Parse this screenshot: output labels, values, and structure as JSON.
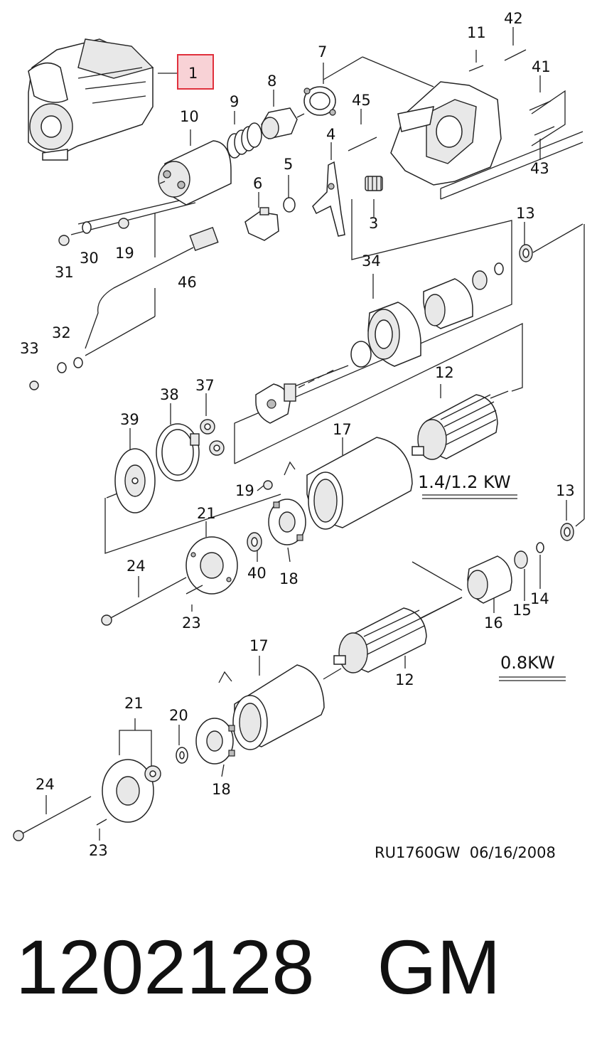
{
  "diagram": {
    "reference": "RU1760GW  06/16/2008",
    "highlighted_part": "1",
    "variants": [
      "1.4/1.2 KW",
      "0.8KW"
    ],
    "callouts": [
      {
        "id": "c1",
        "text": "1"
      },
      {
        "id": "c7",
        "text": "7"
      },
      {
        "id": "c8",
        "text": "8"
      },
      {
        "id": "c9",
        "text": "9"
      },
      {
        "id": "c10",
        "text": "10"
      },
      {
        "id": "c11",
        "text": "11"
      },
      {
        "id": "c42",
        "text": "42"
      },
      {
        "id": "c41",
        "text": "41"
      },
      {
        "id": "c45",
        "text": "45"
      },
      {
        "id": "c4",
        "text": "4"
      },
      {
        "id": "c5",
        "text": "5"
      },
      {
        "id": "c6",
        "text": "6"
      },
      {
        "id": "c3",
        "text": "3"
      },
      {
        "id": "c43",
        "text": "43"
      },
      {
        "id": "c31",
        "text": "31"
      },
      {
        "id": "c30",
        "text": "30"
      },
      {
        "id": "c19a",
        "text": "19"
      },
      {
        "id": "c46",
        "text": "46"
      },
      {
        "id": "c13a",
        "text": "13"
      },
      {
        "id": "c34",
        "text": "34"
      },
      {
        "id": "c33",
        "text": "33"
      },
      {
        "id": "c32",
        "text": "32"
      },
      {
        "id": "c12a",
        "text": "12"
      },
      {
        "id": "c38",
        "text": "38"
      },
      {
        "id": "c37",
        "text": "37"
      },
      {
        "id": "c39",
        "text": "39"
      },
      {
        "id": "c17a",
        "text": "17"
      },
      {
        "id": "c19b",
        "text": "19"
      },
      {
        "id": "c21a",
        "text": "21"
      },
      {
        "id": "c13b",
        "text": "13"
      },
      {
        "id": "c24a",
        "text": "24"
      },
      {
        "id": "c40",
        "text": "40"
      },
      {
        "id": "c18a",
        "text": "18"
      },
      {
        "id": "c23a",
        "text": "23"
      },
      {
        "id": "c14",
        "text": "14"
      },
      {
        "id": "c15",
        "text": "15"
      },
      {
        "id": "c16",
        "text": "16"
      },
      {
        "id": "c17b",
        "text": "17"
      },
      {
        "id": "c12b",
        "text": "12"
      },
      {
        "id": "c21b",
        "text": "21"
      },
      {
        "id": "c20",
        "text": "20"
      },
      {
        "id": "c24b",
        "text": "24"
      },
      {
        "id": "c18b",
        "text": "18"
      },
      {
        "id": "c23b",
        "text": "23"
      }
    ]
  },
  "footer": {
    "part_number": "1202128",
    "brand": "GM"
  }
}
